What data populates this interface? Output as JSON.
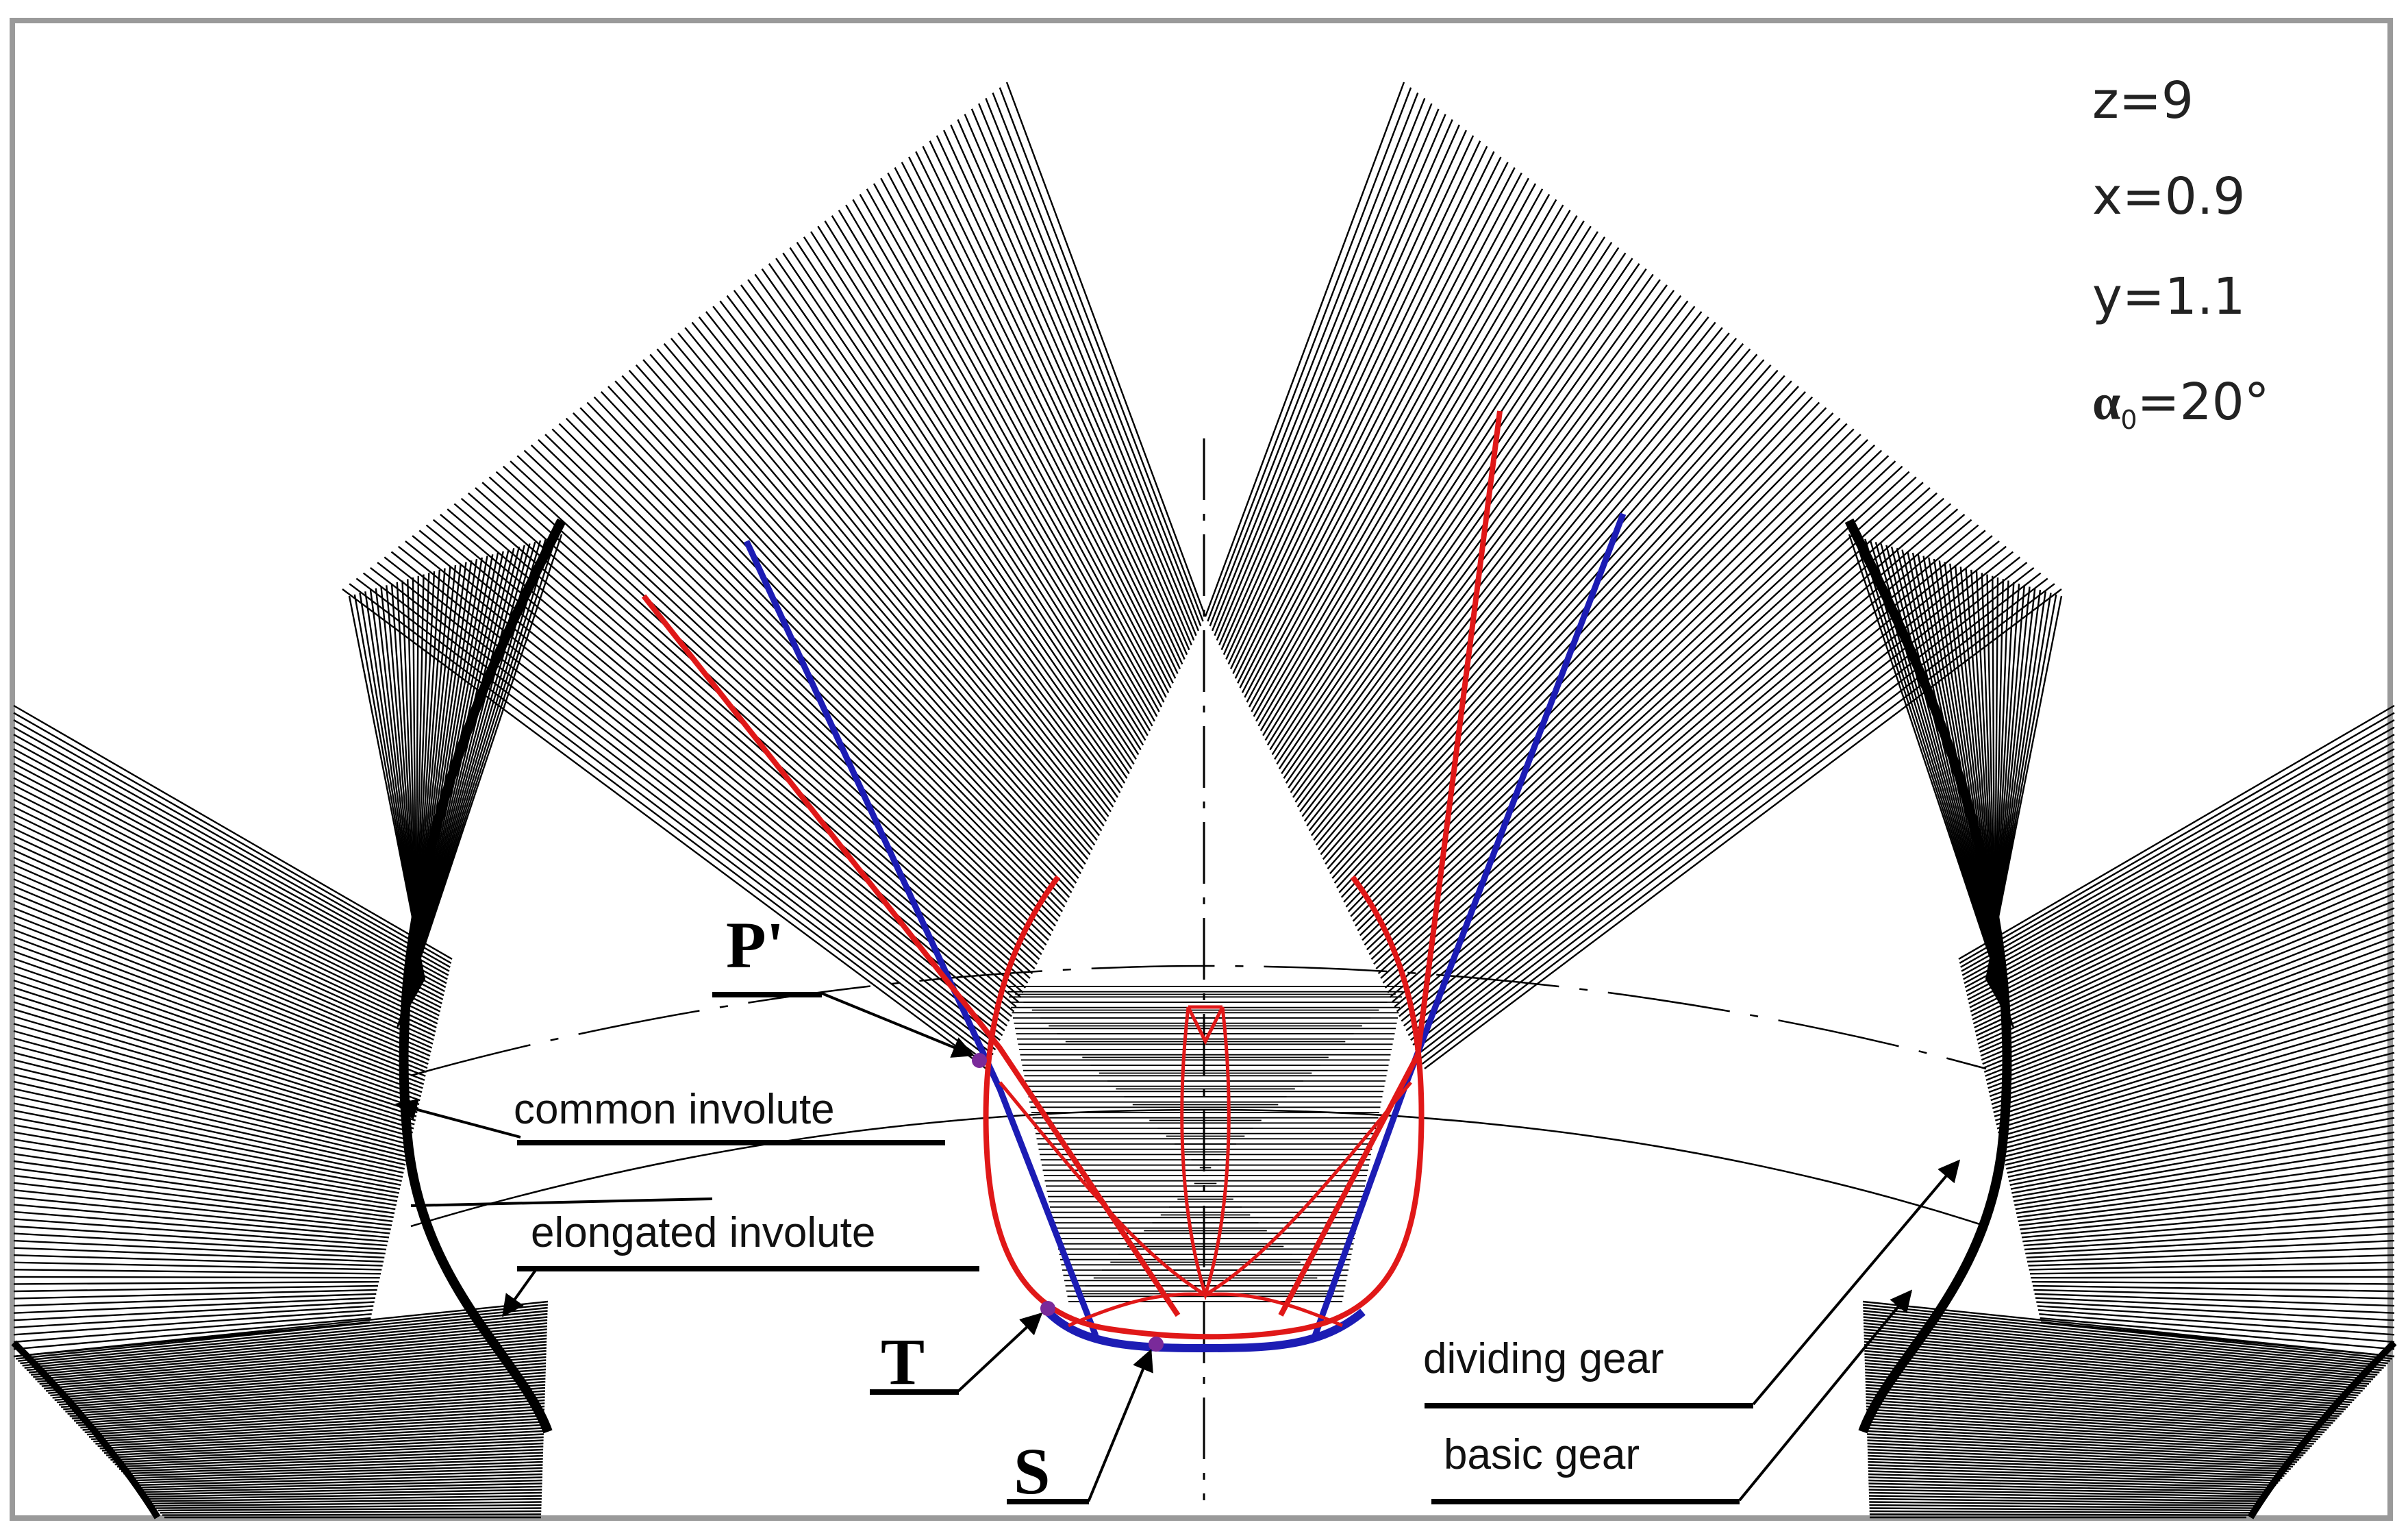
{
  "parameters": {
    "z": "z=9",
    "x": "x=0.9",
    "y": "y=1.1",
    "alpha_symbol": "α",
    "alpha_sub": "0",
    "alpha_value": "=20°"
  },
  "points": {
    "p_prime": "P'",
    "t": "T",
    "s": "S"
  },
  "labels": {
    "common_involute": "common involute",
    "elongated_involute": "elongated involute",
    "dividing_gear": "dividing gear",
    "basic_gear": "basic gear"
  },
  "colors": {
    "envelope": "#000000",
    "involute_red": "#e01818",
    "involute_blue": "#1c1cb4",
    "point_marker": "#7a2a9a",
    "frame": "#9a9a9a"
  }
}
